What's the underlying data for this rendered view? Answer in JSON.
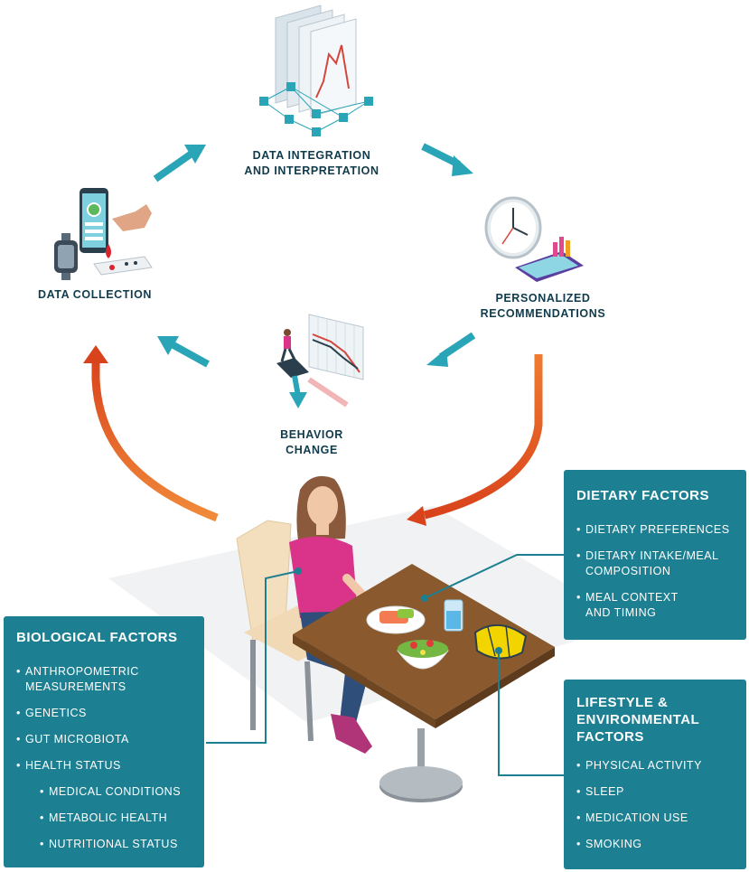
{
  "cycle": {
    "data_integration": "DATA INTEGRATION\nAND INTERPRETATION",
    "personalized_recommendations": "PERSONALIZED\nRECOMMENDATIONS",
    "behavior_change": "BEHAVIOR\nCHANGE",
    "data_collection": "DATA COLLECTION"
  },
  "dietary": {
    "title": "DIETARY FACTORS",
    "items": [
      "DIETARY PREFERENCES",
      "DIETARY INTAKE/MEAL\nCOMPOSITION",
      "MEAL CONTEXT\nAND TIMING"
    ]
  },
  "biological": {
    "title": "BIOLOGICAL FACTORS",
    "items": [
      "ANTHROPOMETRIC\nMEASUREMENTS",
      "GENETICS",
      "GUT MICROBIOTA",
      "HEALTH STATUS"
    ],
    "subitems": [
      "MEDICAL CONDITIONS",
      "METABOLIC HEALTH",
      "NUTRITIONAL STATUS"
    ]
  },
  "lifestyle": {
    "title": "LIFESTYLE &\nENVIRONMENTAL\nFACTORS",
    "items": [
      "PHYSICAL ACTIVITY",
      "SLEEP",
      "MEDICATION USE",
      "SMOKING"
    ]
  },
  "colors": {
    "box_teal": "#1d7f92",
    "cycle_arrow_teal": "#2aa5b8",
    "orange_arrow": "#e2561f",
    "label_navy": "#0f3b4c"
  },
  "icons": [
    "grid-chart-icon",
    "smartphone-icon",
    "smartwatch-icon",
    "pointing-hand-icon",
    "blood-drop-icon",
    "clock-icon",
    "phone-bar-chart-icon",
    "declining-chart-icon",
    "runner-icon",
    "woman-figure",
    "dining-table",
    "chair",
    "salad-bowl",
    "salmon-plate",
    "water-glass",
    "bike-helmet"
  ]
}
